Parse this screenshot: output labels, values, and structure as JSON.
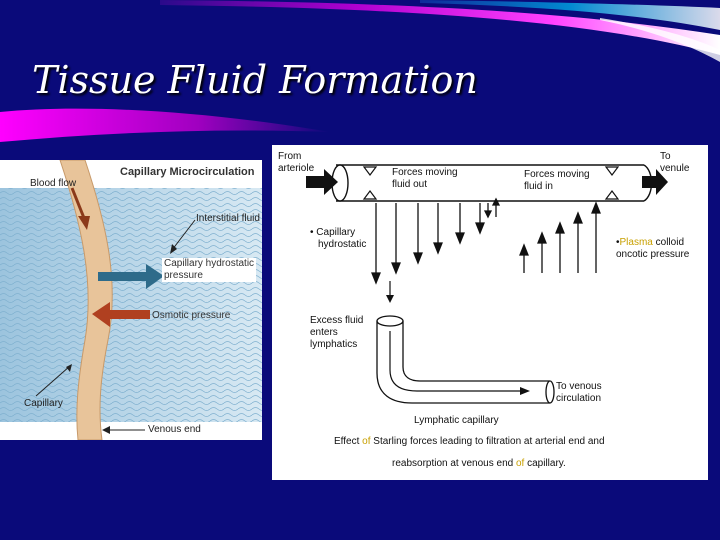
{
  "slide": {
    "title": "Tissue Fluid Formation",
    "background": "#0a0a7a",
    "accent_colors": [
      "#ff00ff",
      "#00c0ff",
      "#ffffff"
    ]
  },
  "left_figure": {
    "heading": "Capillary Microcirculation",
    "labels": {
      "blood_flow": "Blood flow",
      "interstitial_fluid": "Interstitial fluid",
      "capillary_hydrostatic_line1": "Capillary hydrostatic",
      "capillary_hydrostatic_line2": "pressure",
      "osmotic_pressure": "Osmotic pressure",
      "capillary": "Capillary",
      "venous_end": "Venous end"
    },
    "colors": {
      "vessel": "#e8c49a",
      "flow_arrow": "#8b3a1a",
      "out_arrow": "#2e6b8a",
      "in_arrow": "#b04020",
      "fluid": "#bcd8ea"
    }
  },
  "right_figure": {
    "labels": {
      "from_line1": "From",
      "from_line2": "arteriole",
      "to_line1": "To",
      "to_line2": "venule",
      "forces_out_line1": "Forces moving",
      "forces_out_line2": "fluid out",
      "forces_in_line1": "Forces moving",
      "forces_in_line2": "fluid in",
      "cap_hydro_line1": "• Capillary",
      "cap_hydro_line2": "hydrostatic",
      "plasma_prefix": "•",
      "plasma_word": "Plasma",
      "plasma_rest": " colloid",
      "oncotic": "oncotic  pressure",
      "excess_line1": "Excess  fluid",
      "excess_line2": "enters",
      "excess_line3": "lymphatics",
      "venous_line1": "To  venous",
      "venous_line2": "circulation",
      "lymphatic": "Lymphatic  capillary"
    },
    "caption": {
      "line1": [
        "Effect ",
        "of",
        " Starling  forces  leading  to  filtration  at  arterial  end  and"
      ],
      "line2": [
        "reabsorption  at  venous  end  ",
        "of",
        "  capillary."
      ]
    },
    "colors": {
      "highlight": "#c8a000"
    }
  }
}
